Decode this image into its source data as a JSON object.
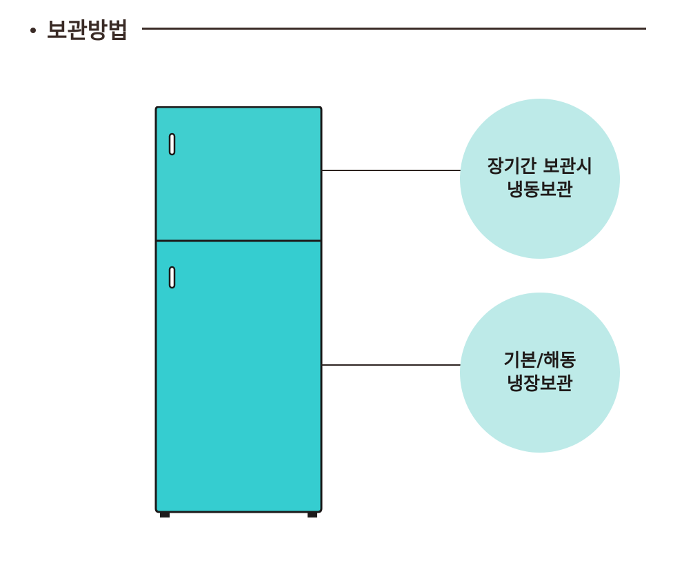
{
  "header": {
    "title": "보관방법"
  },
  "labels": [
    {
      "lines": [
        "장기간 보관시",
        "냉동보관"
      ]
    },
    {
      "lines": [
        "기본/해동",
        "냉장보관"
      ]
    }
  ],
  "colors": {
    "freezer_door": "#40cfcf",
    "fridge_door": "#35cdd0",
    "outline": "#1c1a1a",
    "bubble_fill": "#bdeae8",
    "text": "#3a2b26"
  }
}
